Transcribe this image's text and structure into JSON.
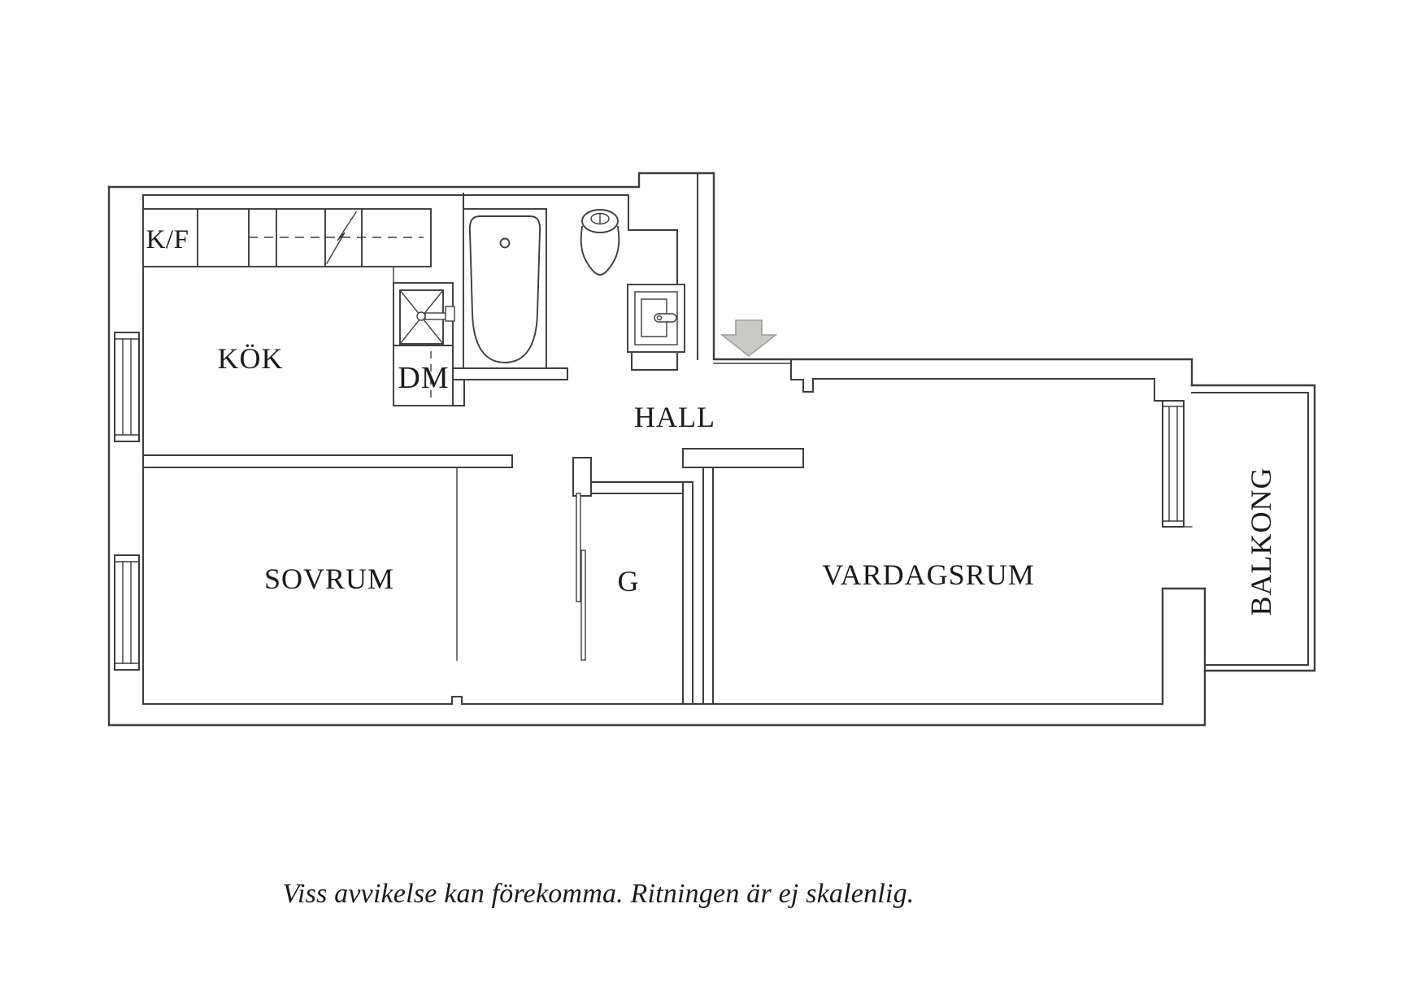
{
  "plan": {
    "rooms": {
      "kitchen": "KÖK",
      "bedroom": "SOVRUM",
      "hall": "HALL",
      "living_room": "VARDAGSRUM",
      "balcony": "BALKONG",
      "closet": "G"
    },
    "appliances": {
      "fridge_freezer": "K/F",
      "dishwasher": "DM"
    },
    "footer": {
      "disclaimer": "Viss avvikelse kan förekomma. Ritningen är ej skalenlig."
    },
    "colors": {
      "line": "#3d3d3d",
      "text": "#1a1a1a",
      "arrow_fill": "#c9c9c6",
      "arrow_stroke": "#9e9e9b",
      "background": "#ffffff"
    }
  }
}
